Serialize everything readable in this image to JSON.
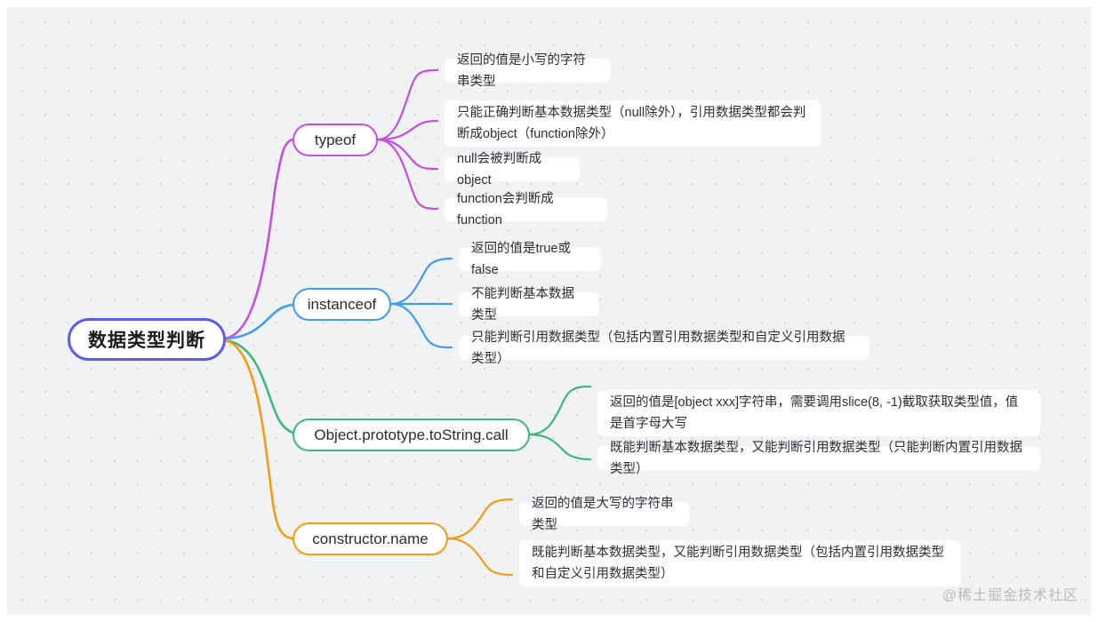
{
  "canvas": {
    "background_color": "#f1f2f4",
    "dot_color": "#d3d4d8"
  },
  "watermark": {
    "text": "@稀土掘金技术社区"
  },
  "mindmap": {
    "root": {
      "label": "数据类型判断",
      "color": "#5b5bec"
    },
    "branches": [
      {
        "label": "typeof",
        "color": "#c44fe0",
        "leaves": [
          {
            "text": "返回的值是小写的字符串类型"
          },
          {
            "text": "只能正确判断基本数据类型（null除外），引用数据类型都会判断成object（function除外）"
          },
          {
            "text": "null会被判断成object"
          },
          {
            "text": "function会判断成function"
          }
        ]
      },
      {
        "label": "instanceof",
        "color": "#3f9cf0",
        "leaves": [
          {
            "text": "返回的值是true或false"
          },
          {
            "text": "不能判断基本数据类型"
          },
          {
            "text": "只能判断引用数据类型（包括内置引用数据类型和自定义引用数据类型）"
          }
        ]
      },
      {
        "label": "Object.prototype.toString.call",
        "color": "#3fb681",
        "leaves": [
          {
            "text": "返回的值是[object xxx]字符串，需要调用slice(8, -1)截取获取类型值，值是首字母大写"
          },
          {
            "text": "既能判断基本数据类型，又能判断引用数据类型（只能判断内置引用数据类型）"
          }
        ]
      },
      {
        "label": "constructor.name",
        "color": "#f59b14",
        "leaves": [
          {
            "text": "返回的值是大写的字符串类型"
          },
          {
            "text": "既能判断基本数据类型，又能判断引用数据类型（包括内置引用数据类型和自定义引用数据类型）"
          }
        ]
      }
    ]
  }
}
